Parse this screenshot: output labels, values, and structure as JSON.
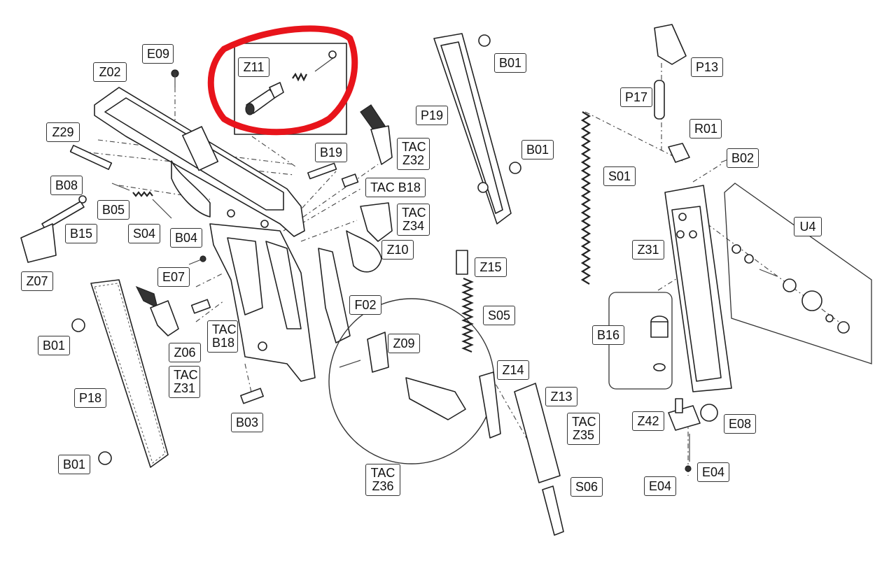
{
  "diagram": {
    "highlight_color": "#e8141b",
    "labels": {
      "E09": "E09",
      "Z02": "Z02",
      "Z11": "Z11",
      "B01_a": "B01",
      "P13": "P13",
      "P17": "P17",
      "P19": "P19",
      "R01": "R01",
      "B01_b": "B01",
      "B02": "B02",
      "Z29": "Z29",
      "B19": "B19",
      "TAC_Z32": "TAC Z32",
      "TAC_B18_a": "TAC B18",
      "S01": "S01",
      "B08": "B08",
      "B05": "B05",
      "U4": "U4",
      "B15": "B15",
      "S04": "S04",
      "B04": "B04",
      "TAC_Z34": "TAC Z34",
      "Z10": "Z10",
      "Z31": "Z31",
      "Z07": "Z07",
      "E07": "E07",
      "Z15": "Z15",
      "F02": "F02",
      "S05": "S05",
      "B16": "B16",
      "TAC_B18_b": "TAC B18",
      "B01_c": "B01",
      "Z09": "Z09",
      "Z06": "Z06",
      "TAC_Z31": "TAC Z31",
      "Z14": "Z14",
      "P18": "P18",
      "Z13": "Z13",
      "TAC_Z35": "TAC Z35",
      "Z42": "Z42",
      "E08": "E08",
      "B03": "B03",
      "E04_a": "E04",
      "B01_d": "B01",
      "TAC_Z36": "TAC Z36",
      "E04_b": "E04",
      "S06": "S06"
    }
  }
}
